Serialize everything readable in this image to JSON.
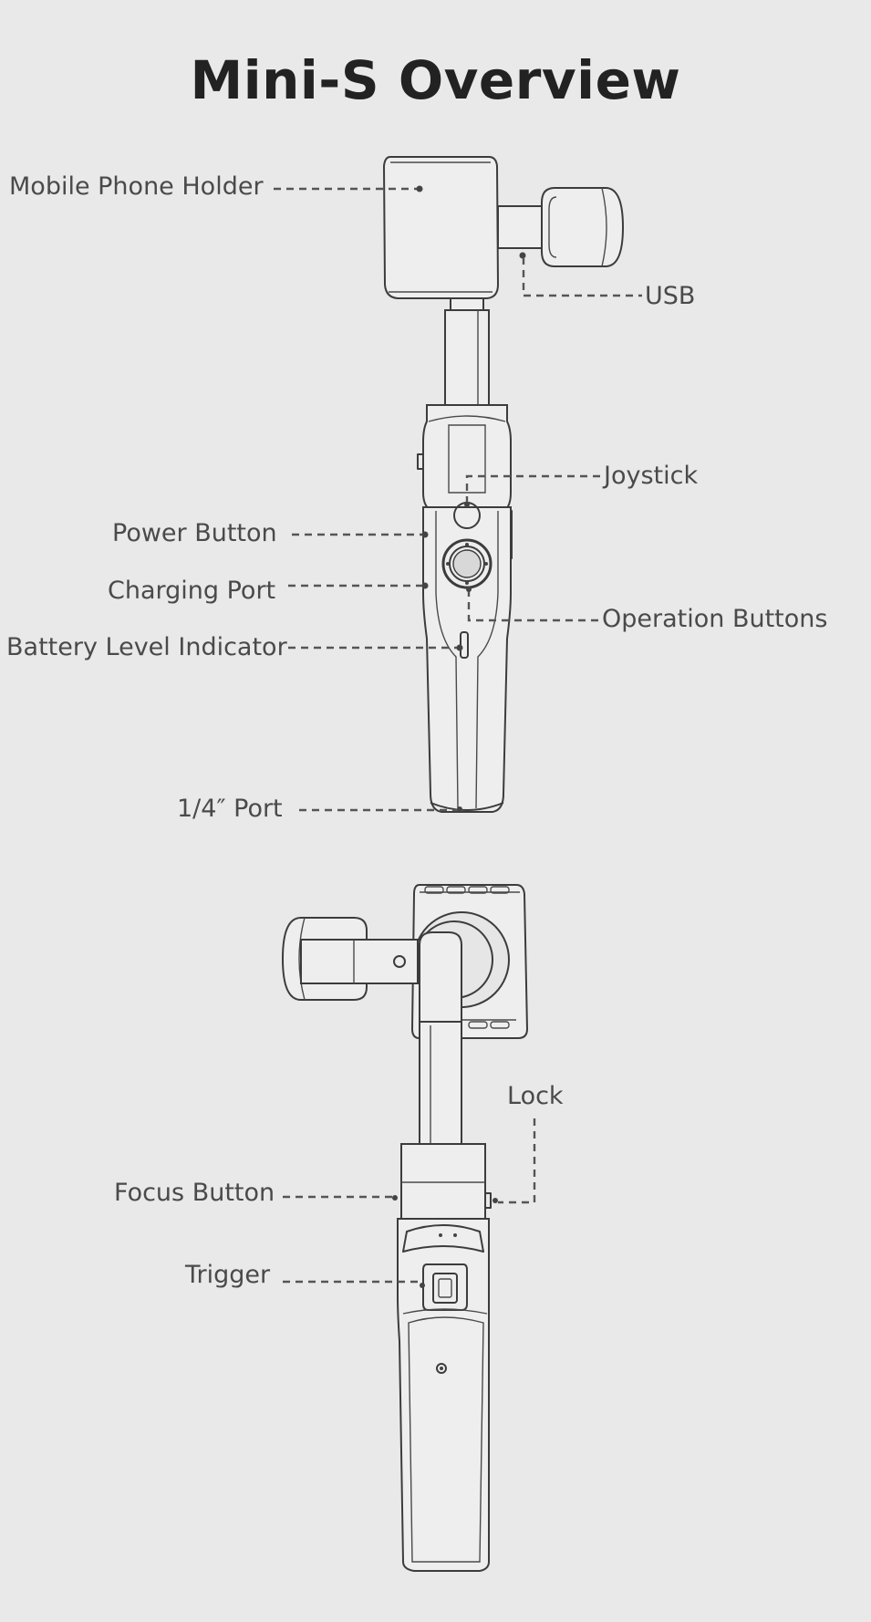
{
  "title": "Mini-S Overview",
  "labels": {
    "mobile_phone_holder": "Mobile Phone Holder",
    "usb": "USB",
    "joystick": "Joystick",
    "power_button": "Power Button",
    "charging_port": "Charging Port",
    "operation_buttons": "Operation Buttons",
    "battery_level_indicator": "Battery Level Indicator",
    "quarter_inch_port": "1/4″ Port",
    "lock": "Lock",
    "focus_button": "Focus Button",
    "trigger": "Trigger"
  },
  "colors": {
    "background": "#e9e9e9",
    "title": "#222222",
    "label": "#4a4a4a",
    "line": "#3c3c3c"
  }
}
